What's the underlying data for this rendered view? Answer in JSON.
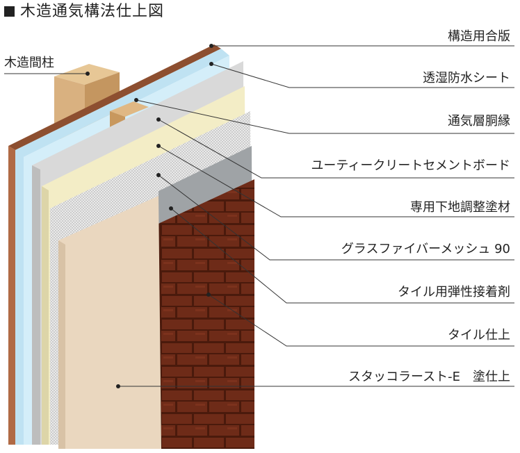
{
  "title": "木造通気構法仕上図",
  "column_label": "木造間柱",
  "layers": [
    "構造用合版",
    "透湿防水シート",
    "通気層胴縁",
    "ユーティークリートセメントボード",
    "専用下地調整塗材",
    "グラスファイバーメッシュ 90",
    "タイル用弾性接着剤",
    "タイル仕上",
    "スタッコラースト-E　塗仕上"
  ],
  "colors": {
    "plywood": "#b06a45",
    "membrane": "#bfe2f2",
    "board": "#d9d9d9",
    "base_coat": "#f3edc6",
    "mesh": "#e8e8e8",
    "adhesive": "#9fa3a6",
    "tile": "#6e2b18",
    "stucco": "#ead7bf",
    "stud": "#d9b180"
  }
}
